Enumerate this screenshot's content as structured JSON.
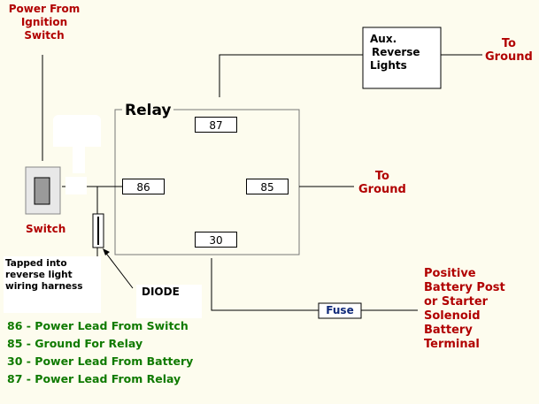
{
  "labels": {
    "power_from_ignition": [
      "Power From",
      "Ignition",
      "Switch"
    ],
    "switch": "Switch",
    "tapped": [
      "Tapped into",
      "reverse light",
      "wiring harness"
    ],
    "diode": "DIODE",
    "relay": "Relay",
    "aux_lights": [
      "Aux.",
      "Reverse",
      "Lights"
    ],
    "to_ground_top": [
      "To",
      "Ground"
    ],
    "to_ground_mid": [
      "To",
      "Ground"
    ],
    "fuse": "Fuse",
    "battery": [
      "Positive",
      "Battery Post",
      "or Starter",
      "Solenoid",
      "Battery",
      "Terminal"
    ]
  },
  "pins": {
    "p87": "87",
    "p86": "86",
    "p85": "85",
    "p30": "30"
  },
  "legend": [
    "86 - Power Lead From Switch",
    "85 - Ground For Relay",
    "30 - Power Lead From Battery",
    "87 - Power Lead From Relay"
  ],
  "colors": {
    "label_red": "#b10000",
    "legend_green": "#0f7a00",
    "fuse_text": "#102a7a",
    "background": "#fdfcee"
  }
}
